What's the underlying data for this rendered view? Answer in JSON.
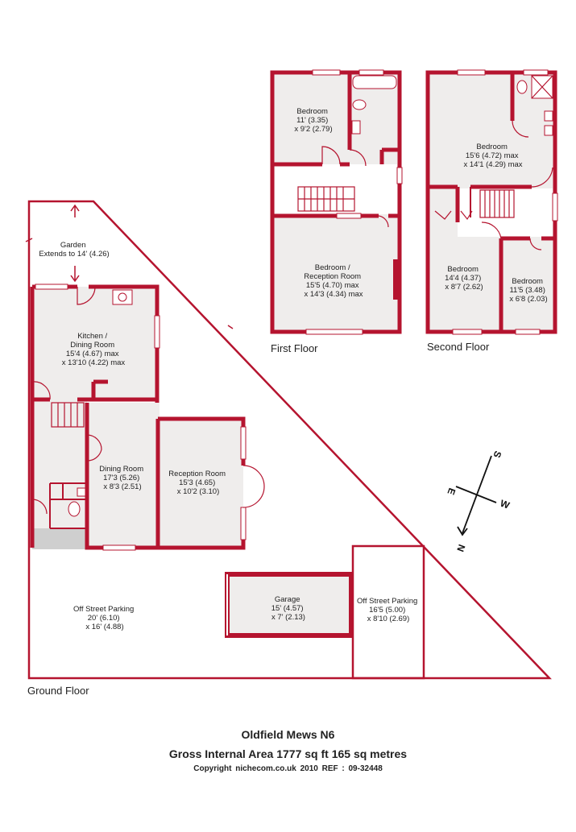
{
  "colors": {
    "wall": "#b5142f",
    "floor": "#efedec",
    "text": "#222222"
  },
  "floors": {
    "ground": "Ground Floor",
    "first": "First Floor",
    "second": "Second Floor"
  },
  "rooms": {
    "garden": [
      "Garden",
      "Extends to 14' (4.26)"
    ],
    "kitchen": [
      "Kitchen /",
      "Dining Room",
      "15'4 (4.67) max",
      "x 13'10 (4.22) max"
    ],
    "dining": [
      "Dining Room",
      "17'3 (5.26)",
      "x 8'3 (2.51)"
    ],
    "reception": [
      "Reception Room",
      "15'3 (4.65)",
      "x 10'2 (3.10)"
    ],
    "parking1": [
      "Off Street Parking",
      "20' (6.10)",
      "x 16' (4.88)"
    ],
    "garage": [
      "Garage",
      "15' (4.57)",
      "x 7' (2.13)"
    ],
    "parking2": [
      "Off Street Parking",
      "16'5 (5.00)",
      "x 8'10 (2.69)"
    ],
    "ff_bedroom": [
      "Bedroom",
      "11' (3.35)",
      "x 9'2 (2.79)"
    ],
    "ff_bedroom_reception": [
      "Bedroom /",
      "Reception Room",
      "15'5 (4.70) max",
      "x 14'3 (4.34) max"
    ],
    "sf_bedroom1": [
      "Bedroom",
      "15'6 (4.72) max",
      "x 14'1 (4.29) max"
    ],
    "sf_bedroom2": [
      "Bedroom",
      "14'4 (4.37)",
      "x 8'7 (2.62)"
    ],
    "sf_bedroom3": [
      "Bedroom",
      "11'5 (3.48)",
      "x 6'8 (2.03)"
    ]
  },
  "compass": {
    "n": "N",
    "s": "S",
    "e": "E",
    "w": "W"
  },
  "footer": {
    "title": "Oldfield Mews  N6",
    "area": "Gross Internal Area 1777 sq ft 165 sq metres",
    "copyright": "Copyright nichecom.co.uk 2010    REF : 09-32448"
  }
}
